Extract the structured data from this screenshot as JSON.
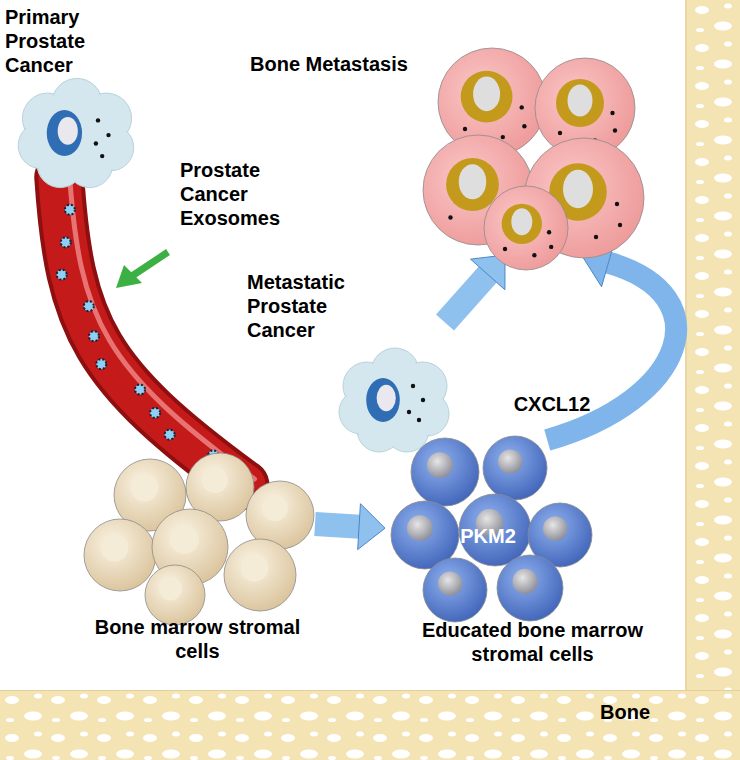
{
  "diagram": {
    "nodes": [
      {
        "text": [
          "Primary Prostate Cancer"
        ]
      },
      {
        "text": [
          "Bone Metastasis"
        ]
      },
      {
        "text": [
          "Metastatic Prostate Cancer"
        ]
      },
      {
        "text": [
          "Bone marrow stromal cells"
        ]
      },
      {
        "text": [
          "PKM2",
          "Educated bone marrow stromal cells"
        ]
      },
      {
        "text": [
          "Bone"
        ]
      }
    ],
    "edges": [
      {
        "from": 3,
        "to": 4,
        "arrow": "to"
      },
      {
        "from": 2,
        "to": 1,
        "arrow": "to"
      },
      {
        "from": 4,
        "to": 1,
        "label": "CXCL12",
        "arrow": "to"
      },
      {
        "from": 0,
        "to": 3,
        "arrow": "none"
      }
    ],
    "labels": [
      "Prostate Cancer Exosomes"
    ]
  }
}
